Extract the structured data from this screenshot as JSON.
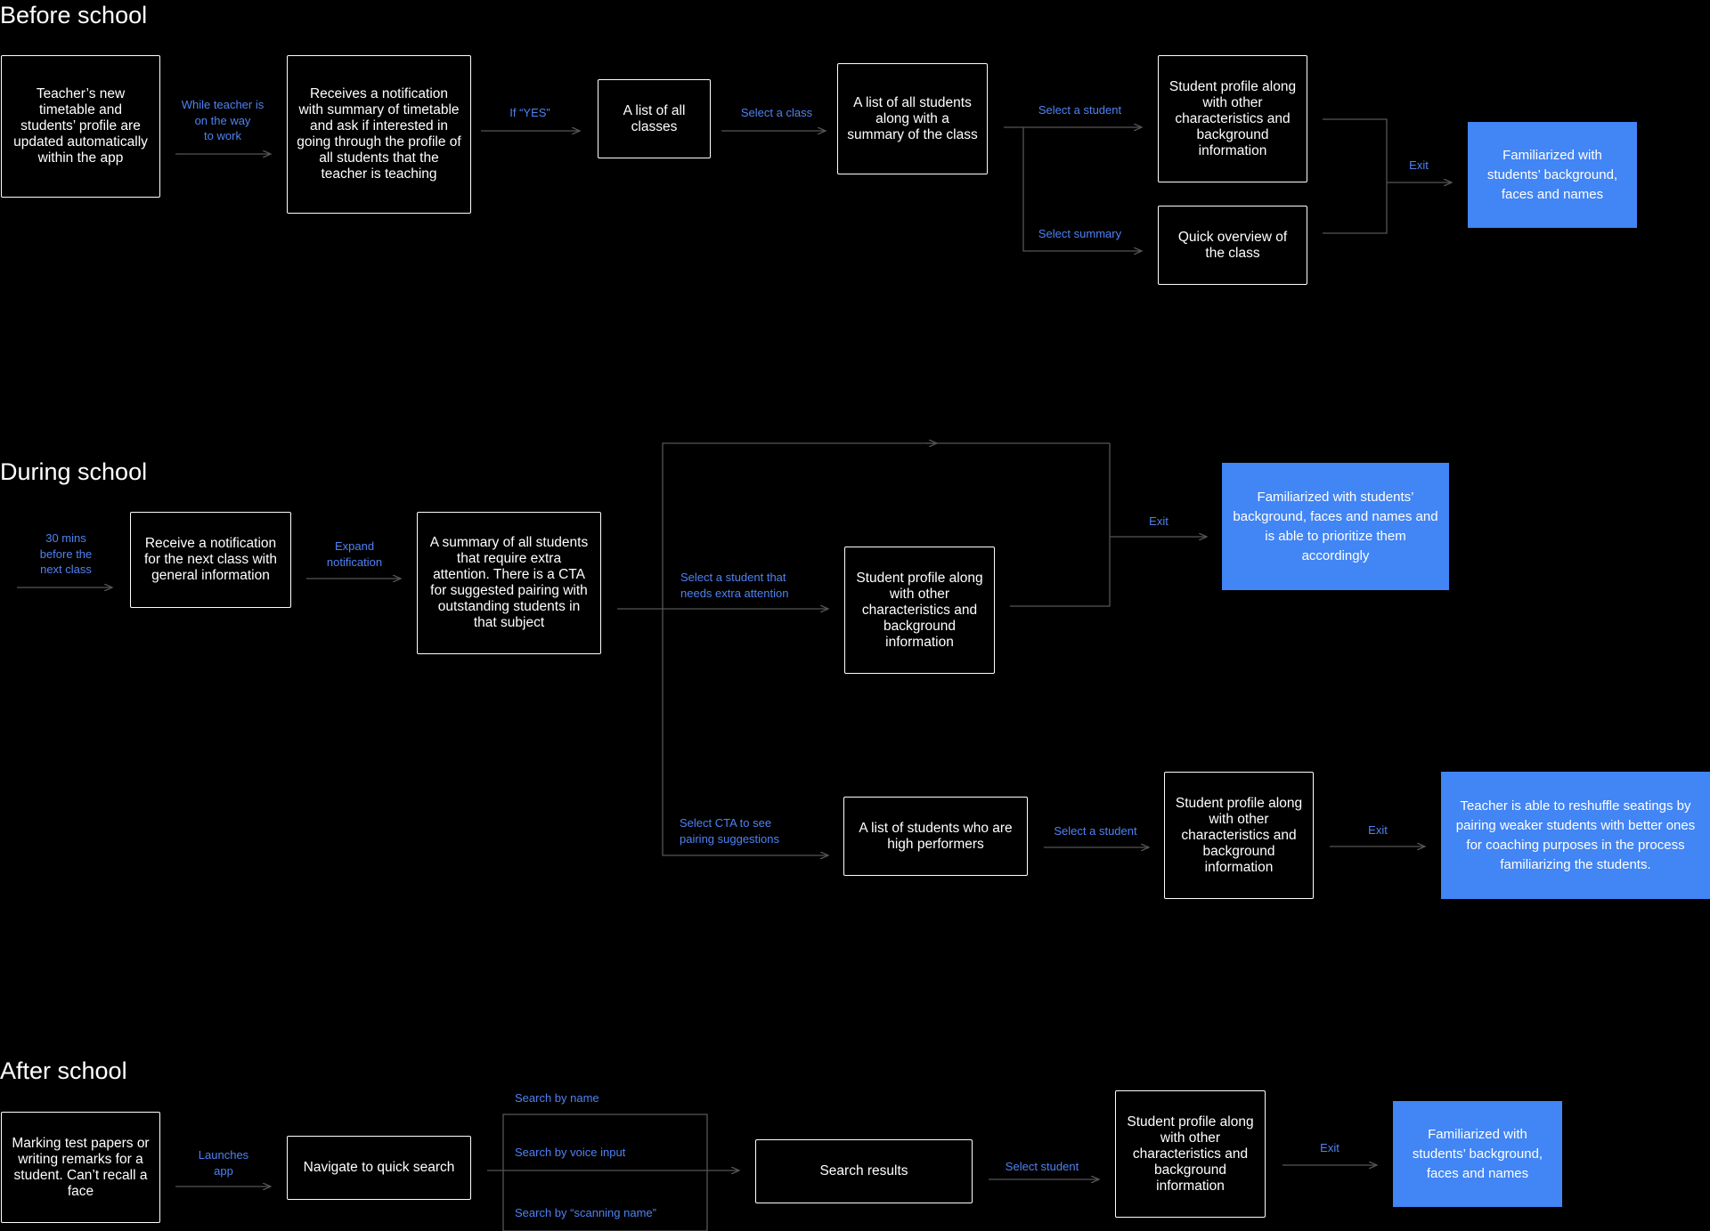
{
  "sections": {
    "before": {
      "heading": "Before school",
      "nodes": {
        "n1": "Teacher’s new timetable and students’ profile are updated automatically within the app",
        "n2": "Receives a notification with summary of timetable and ask if interested in going through the profile of all students that the teacher is teaching",
        "n3": "A list of all classes",
        "n4": "A list of all students along with a summary of the class",
        "n5": "Student profile along with other characteristics and background information",
        "n6": "Quick overview of the class"
      },
      "labels": {
        "l1": "While teacher is\non the way\nto work",
        "l2": "If  “YES”",
        "l3": "Select a class",
        "l4": "Select a student",
        "l5": "Select summary",
        "l6": "Exit"
      },
      "outcome": "Familiarized with students’ background, faces and names"
    },
    "during": {
      "heading": "During school",
      "nodes": {
        "n1": "Receive a notification for the next class with general information",
        "n2": "A  summary of all students that require extra attention. There is a CTA for suggested pairing with outstanding students in that subject",
        "n3": "Student profile along with other characteristics and background information",
        "n4": "A list of students who are high performers",
        "n5": "Student profile along with other characteristics and background information"
      },
      "labels": {
        "l1": "30 mins\nbefore the\nnext class",
        "l2": "Expand\nnotification",
        "l3": "Select a student that\nneeds extra attention",
        "l4": "Exit",
        "l5": "Select CTA to see\npairing suggestions",
        "l6": "Select a student",
        "l7": "Exit"
      },
      "outcome1": "Familiarized with students’ background, faces and names and is able to prioritize them accordingly",
      "outcome2": "Teacher is able to reshuffle seatings by pairing weaker students with better ones for coaching purposes in the process familiarizing the students."
    },
    "after": {
      "heading": "After school",
      "nodes": {
        "n1": "Marking test papers or writing remarks for a student. Can’t recall a face",
        "n2": "Navigate to quick search",
        "n3": "Search results",
        "n4": "Student profile along with other characteristics and background information"
      },
      "labels": {
        "l1": "Launches\napp",
        "l2": "Search by name",
        "l3": "Search by voice input",
        "l4": "Search by “scanning name”",
        "l5": "Select student",
        "l6": "Exit"
      },
      "outcome": "Familiarized with students’ background, faces and names"
    }
  },
  "colors": {
    "background": "#000000",
    "accent": "#4285f4",
    "label": "#4f82f3",
    "connector": "#555555",
    "box_border": "#ffffff"
  }
}
